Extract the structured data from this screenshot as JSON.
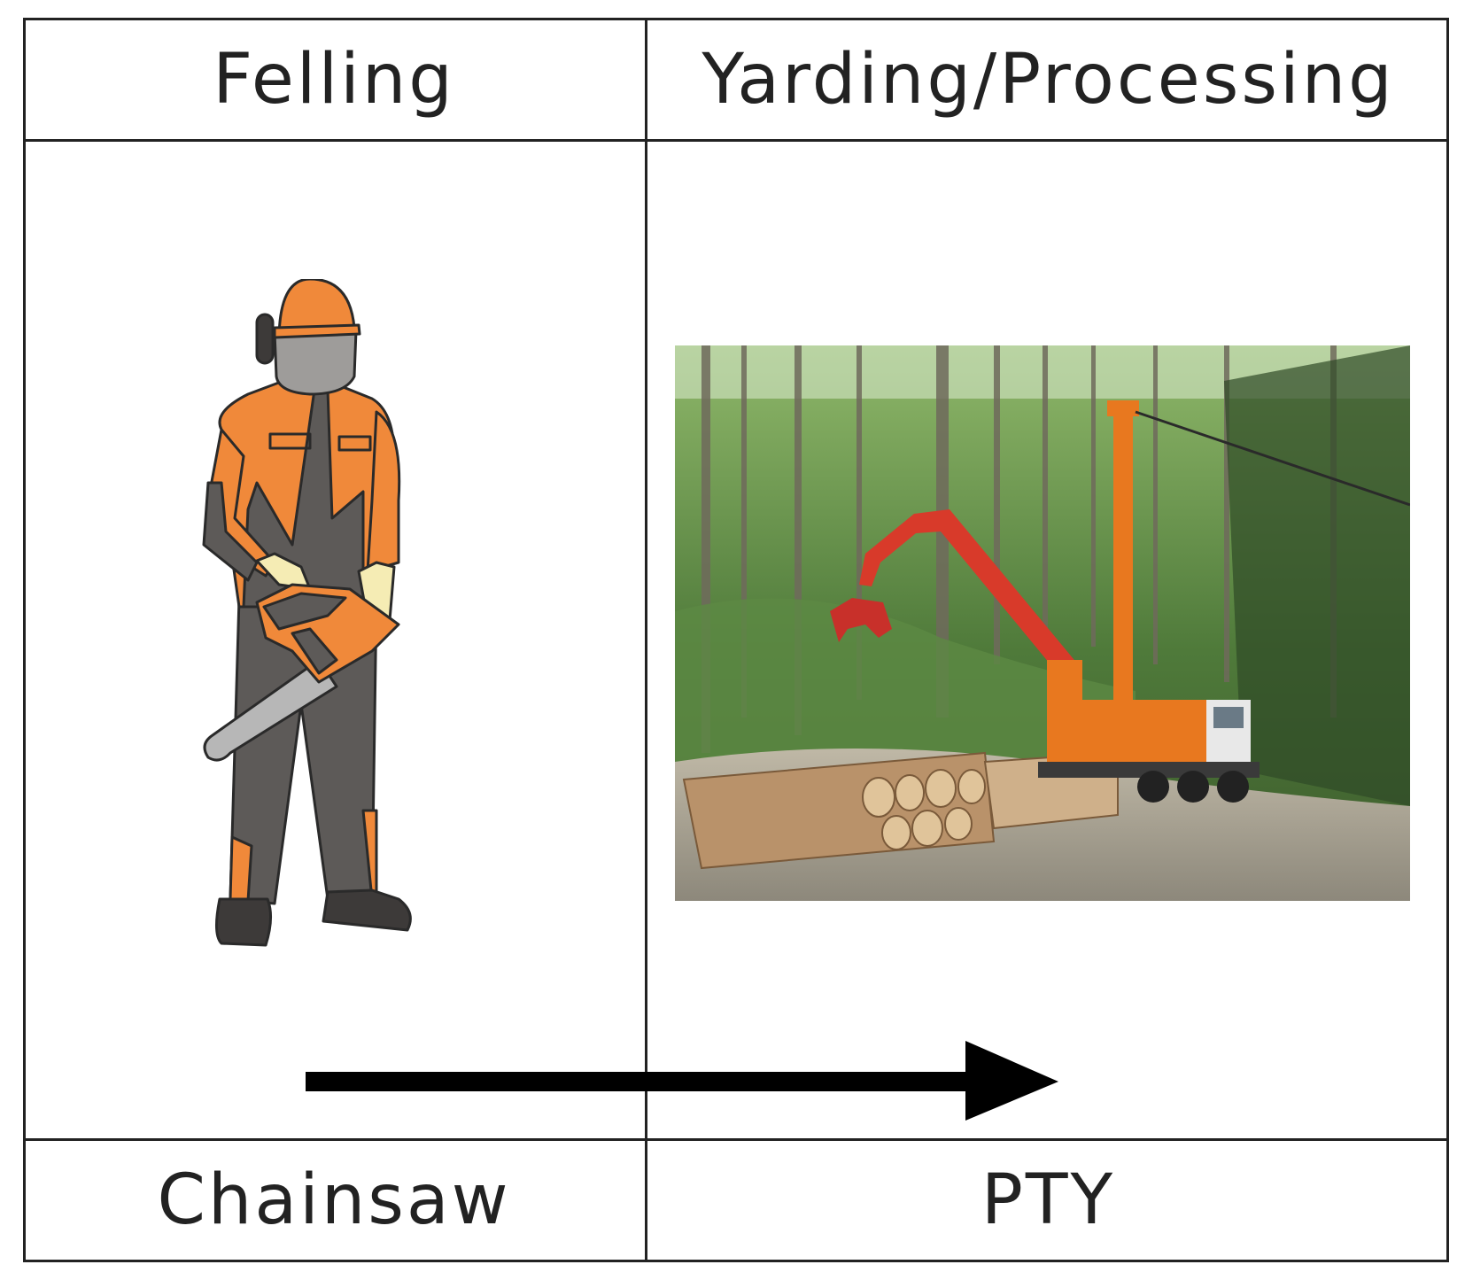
{
  "table": {
    "headers": [
      {
        "label": "Felling"
      },
      {
        "label": "Yarding/Processing"
      }
    ],
    "footers": [
      {
        "label": "Chainsaw"
      },
      {
        "label": "PTY"
      }
    ]
  },
  "colors": {
    "orange": "#F0893A",
    "dark_gray": "#5D5A58",
    "glove": "#F5ECB4",
    "border": "#222222"
  }
}
